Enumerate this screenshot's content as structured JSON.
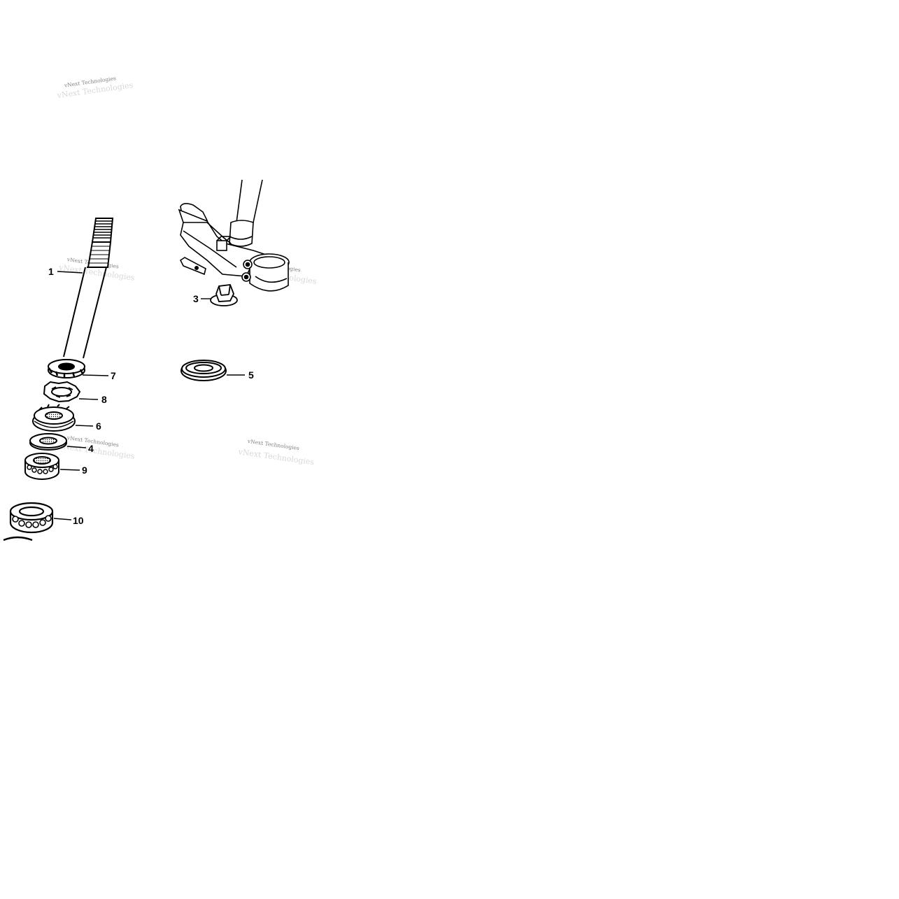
{
  "diagram": {
    "callouts": {
      "p1": "1",
      "p3": "3",
      "p4": "4",
      "p5": "5",
      "p6": "6",
      "p7": "7",
      "p8": "8",
      "p9": "9",
      "p10": "10"
    },
    "watermark": "vNext Technologies"
  }
}
